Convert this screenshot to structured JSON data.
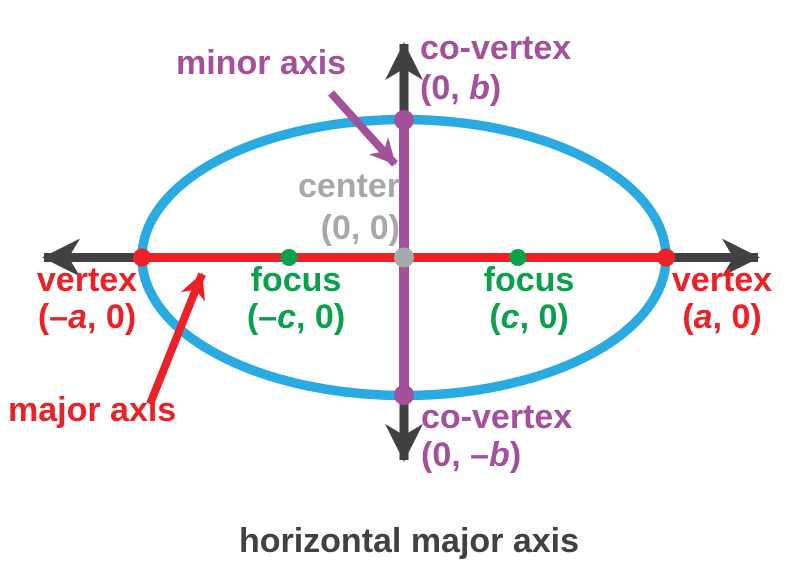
{
  "figure": {
    "type": "ellipse-anatomy-diagram",
    "caption": "horizontal major axis"
  },
  "colors": {
    "ellipse": "#29ABE2",
    "major_axis_and_vertices": "#EC2127",
    "minor_axis_and_covertices": "#A3519B",
    "foci": "#0AA04E",
    "coordinate_axes": "#414042",
    "center": "#A6A8AB",
    "background": "#FFFFFF"
  },
  "labels": {
    "minor_axis": "minor axis",
    "major_axis": "major axis",
    "center": {
      "title": "center",
      "coords": "(0, 0)"
    },
    "covertex_top": {
      "title": "co-vertex",
      "coords_pre": "(0, ",
      "coords_var": "b",
      "coords_post": ")"
    },
    "covertex_bottom": {
      "title": "co-vertex",
      "coords_pre": "(0, –",
      "coords_var": "b",
      "coords_post": ")"
    },
    "vertex_left": {
      "title": "vertex",
      "coords_pre": "(–",
      "coords_var": "a",
      "coords_post": ", 0)"
    },
    "vertex_right": {
      "title": "vertex",
      "coords_pre": "(",
      "coords_var": "a",
      "coords_post": ", 0)"
    },
    "focus_left": {
      "title": "focus",
      "coords_pre": "(–",
      "coords_var": "c",
      "coords_post": ", 0)"
    },
    "focus_right": {
      "title": "focus",
      "coords_pre": "(",
      "coords_var": "c",
      "coords_post": ", 0)"
    },
    "caption": "horizontal major axis"
  }
}
